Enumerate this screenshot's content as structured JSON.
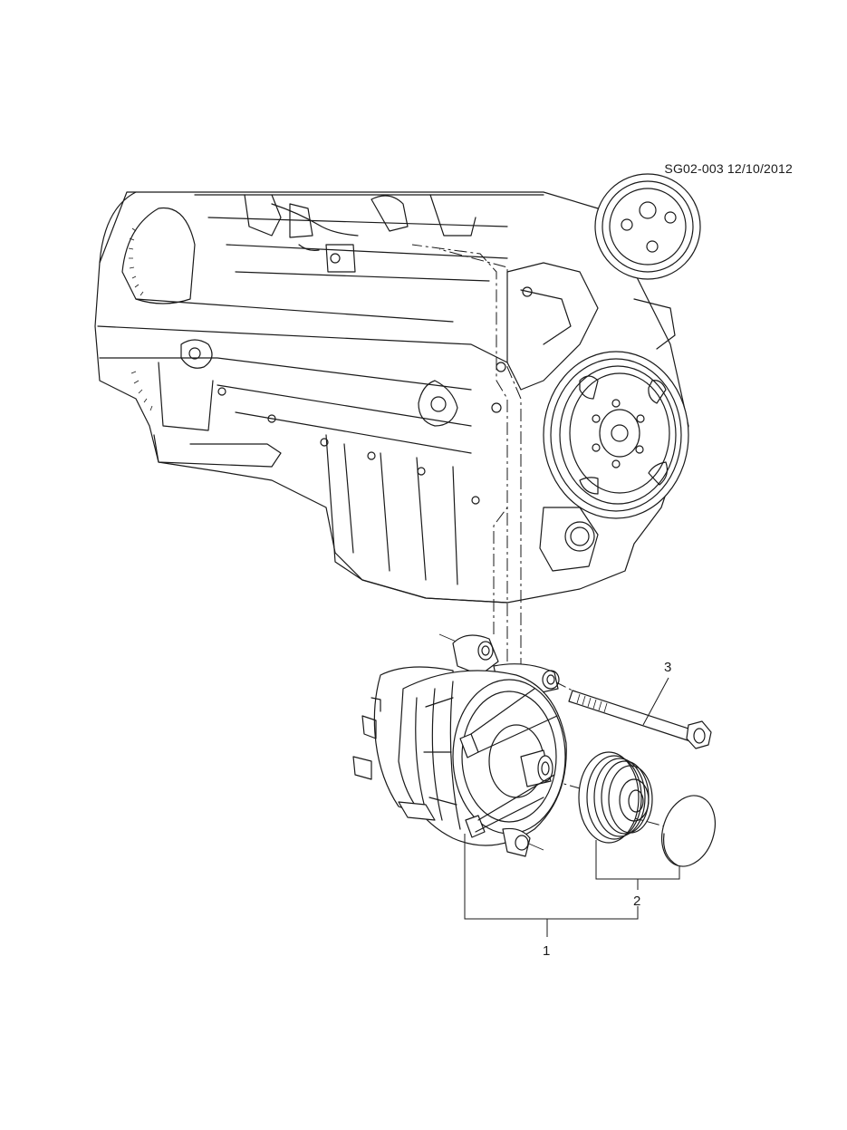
{
  "document": {
    "id": "SG02-003 12/10/2012"
  },
  "callouts": [
    {
      "number": "1",
      "part": "alternator-assembly"
    },
    {
      "number": "2",
      "part": "pulley-and-cap"
    },
    {
      "number": "3",
      "part": "mounting-bolt"
    }
  ],
  "colors": {
    "line": "#1a1a1a",
    "background": "#ffffff"
  }
}
